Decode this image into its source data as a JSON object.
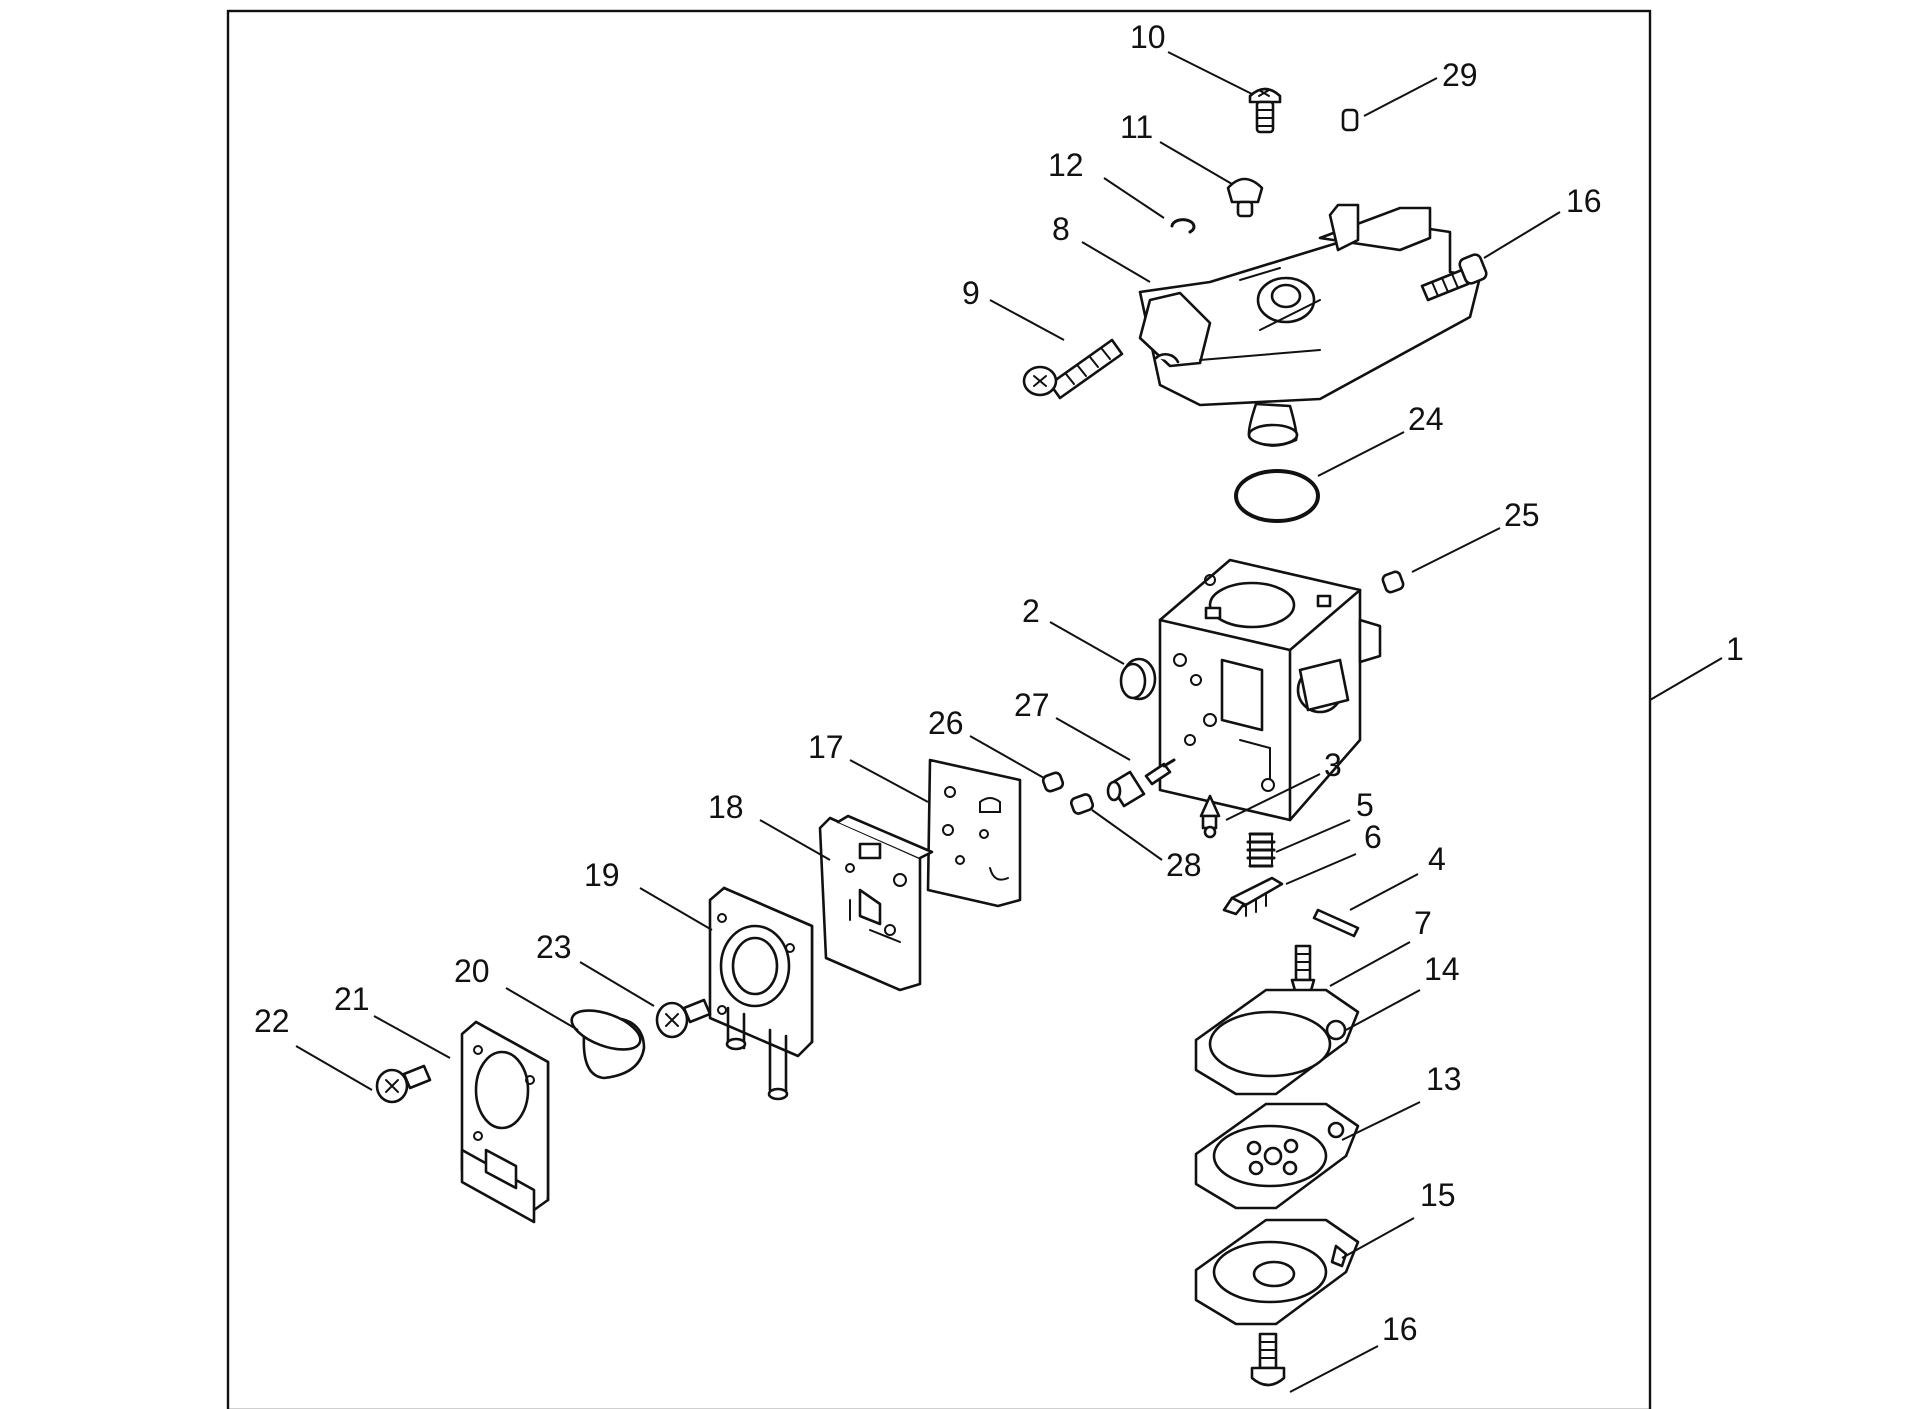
{
  "diagram": {
    "callouts": [
      {
        "id": "c10",
        "label": "10"
      },
      {
        "id": "c29",
        "label": "29"
      },
      {
        "id": "c11",
        "label": "11"
      },
      {
        "id": "c12",
        "label": "12"
      },
      {
        "id": "c8",
        "label": "8"
      },
      {
        "id": "c16a",
        "label": "16"
      },
      {
        "id": "c9",
        "label": "9"
      },
      {
        "id": "c24",
        "label": "24"
      },
      {
        "id": "c25",
        "label": "25"
      },
      {
        "id": "c2",
        "label": "2"
      },
      {
        "id": "c1",
        "label": "1"
      },
      {
        "id": "c27",
        "label": "27"
      },
      {
        "id": "c26",
        "label": "26"
      },
      {
        "id": "c17",
        "label": "17"
      },
      {
        "id": "c3",
        "label": "3"
      },
      {
        "id": "c18",
        "label": "18"
      },
      {
        "id": "c5",
        "label": "5"
      },
      {
        "id": "c6",
        "label": "6"
      },
      {
        "id": "c28",
        "label": "28"
      },
      {
        "id": "c4",
        "label": "4"
      },
      {
        "id": "c19",
        "label": "19"
      },
      {
        "id": "c7",
        "label": "7"
      },
      {
        "id": "c23",
        "label": "23"
      },
      {
        "id": "c20",
        "label": "20"
      },
      {
        "id": "c14",
        "label": "14"
      },
      {
        "id": "c21",
        "label": "21"
      },
      {
        "id": "c22",
        "label": "22"
      },
      {
        "id": "c13",
        "label": "13"
      },
      {
        "id": "c15",
        "label": "15"
      },
      {
        "id": "c16b",
        "label": "16"
      }
    ]
  }
}
